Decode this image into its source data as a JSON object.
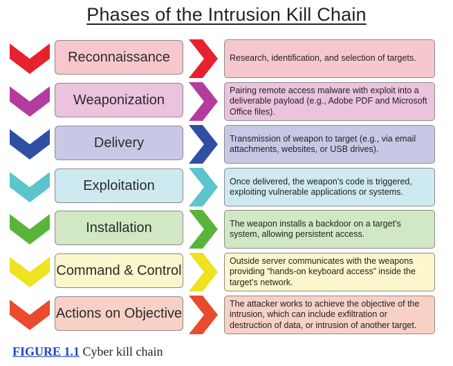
{
  "title": "Phases of the Intrusion Kill Chain",
  "phases": [
    {
      "name": "Reconnaissance",
      "description": "Research, identification, and selection of targets.",
      "color": "#e8212e",
      "fill": "#f6c7cd"
    },
    {
      "name": "Weaponization",
      "description": "Pairing remote access malware with exploit into a deliverable payload (e.g., Adobe PDF and Microsoft Office files).",
      "color": "#b43c9c",
      "fill": "#ecc3de"
    },
    {
      "name": "Delivery",
      "description": "Transmission of weapon to target (e.g., via email attachments, websites, or USB drives).",
      "color": "#2f4fa3",
      "fill": "#c8c8e6"
    },
    {
      "name": "Exploitation",
      "description": "Once delivered, the weapon’s code is triggered, exploiting vulnerable applications or systems.",
      "color": "#5cc4cc",
      "fill": "#cdeaf0"
    },
    {
      "name": "Installation",
      "description": "The weapon installs a backdoor on a target’s system, allowing persistent access.",
      "color": "#5bb43a",
      "fill": "#d2e8c4"
    },
    {
      "name": "Command & Control",
      "description": "Outside server communicates with the weapons providing “hands-on keyboard access” inside the target’s network.",
      "color": "#efe21e",
      "fill": "#fbf6cc"
    },
    {
      "name": "Actions on Objective",
      "description": "The attacker works to achieve the objective of the intrusion, which can include exfiltration or destruction of data, or intrusion of another target.",
      "color": "#ea4a2e",
      "fill": "#f7d0c6"
    }
  ],
  "caption": {
    "figure": "FIGURE 1.1",
    "text": " Cyber kill chain"
  }
}
